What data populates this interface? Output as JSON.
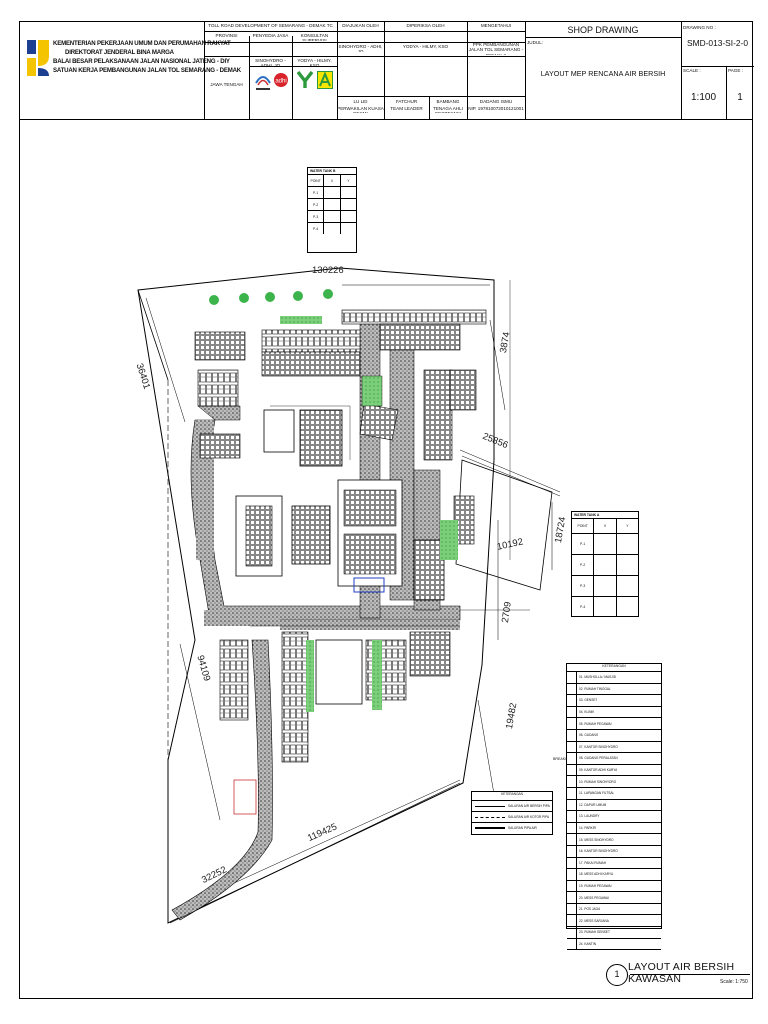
{
  "title_block": {
    "ministry_lines": [
      "KEMENTERIAN PEKERJAAN UMUM DAN PERUMAHAN RAKYAT",
      "DIREKTORAT JENDERAL BINA MARGA",
      "BALAI BESAR PELAKSANAAN JALAN NASIONAL JATENG - DIY",
      "SATUAN KERJA PEMBANGUNAN JALAN TOL SEMARANG - DEMAK"
    ],
    "project": "TOLL ROAD DEVELOPMENT OF SEMARANG - DEMAK TC",
    "provinsi_label": "PROVINSI",
    "provinsi_value": "JAWA TENGAH",
    "penyedia_label": "PENYEDIA JASA",
    "penyedia_value": "SINOHYDRO - ADHI, JO",
    "konsultan_label": "KONSULTAN SUPERVISI",
    "konsultan_value": "YODYA - HILMY, KSO",
    "diajukan_label": "DIAJUKAN OLEH",
    "diajukan_value": "SINOHYDRO - ADHI, JO",
    "diajukan_name": "LU LEI",
    "diajukan_role": "PERWAKILAN KUASA RESMI",
    "diperiksa_label": "DIPERIKSA OLEH",
    "diperiksa_value": "YODYA - HILMY, KSO",
    "diperiksa_name1": "FATCHUR ROCHMAN",
    "diperiksa_role1": "TEAM LEADER",
    "diperiksa_name2": "BAMBANG WIDODO",
    "diperiksa_role2": "TENAGA AHLI GEOTEKNIK",
    "mengetahui_label": "MENGETAHUI",
    "mengetahui_value": "PPK PEMBANGUNAN JALAN TOL SEMARANG - DEMAK 3",
    "mengetahui_name": "DADANG ISMU HARDIYANTO",
    "mengetahui_nip": "NIP. 197810072010121001",
    "shop_drawing": "SHOP DRAWING",
    "judul_label": "JUDUL:",
    "judul_value": "LAYOUT MEP RENCANA AIR BERSIH",
    "drawing_no_label": "DRAWING NO :",
    "drawing_no": "SMD-013-SI-2-0",
    "scale_label": "SCALE :",
    "scale_value": "1:100",
    "page_label": "PAGE :",
    "page_value": "1"
  },
  "water_tank_top": {
    "title": "WATER TANK B",
    "headers": [
      "POINT",
      "X",
      "Y"
    ],
    "rows": [
      [
        "P-1",
        "",
        ""
      ],
      [
        "P-2",
        "",
        ""
      ],
      [
        "P-3",
        "",
        ""
      ],
      [
        "P-4",
        "",
        ""
      ]
    ]
  },
  "water_tank_right": {
    "title": "WATER TANK A",
    "headers": [
      "POINT",
      "X",
      "Y"
    ],
    "rows": [
      [
        "P-1",
        "",
        ""
      ],
      [
        "P-2",
        "",
        ""
      ],
      [
        "P-3",
        "",
        ""
      ],
      [
        "P-4",
        "",
        ""
      ]
    ]
  },
  "dimensions": {
    "d_top": "130226",
    "d_left": "36401",
    "d_right_upper": "3874",
    "d_right_mid": "25856",
    "d_right_mid2": "18724",
    "d_right_small": "10192",
    "d_right_low": "2709",
    "d_right_bottom": "19482",
    "d_left_bottom": "94109",
    "d_bottom": "119425",
    "d_bottom_left": "32252"
  },
  "keterangan": {
    "title": "KETERANGAN",
    "items": [
      "SALURAN AIR BERSIH PIPA",
      "SALURAN AIR KOTOR PIPA",
      "SALURAN PIPA AIR"
    ]
  },
  "legend": {
    "title": "KETERANGAN",
    "side_label": "BREAKOUT",
    "items": [
      "01. MUSHOLLA / MASJID",
      "02. RUMAH TINGGAL",
      "03. GENSET",
      "04. KLINIK",
      "05. RUMAH PEGAWAI",
      "06. GUDANG",
      "07. KANTOR SINOHYDRO",
      "08. GUDANG PERALATAN",
      "09. KANTOR ADHI KARYA",
      "10. RUMAH SINOHYDRO",
      "11. LAPANGAN FUTSAL",
      "12. DAPUR UMUM",
      "13. LAUNDRY",
      "14. PARKIR",
      "15. MESS SINOHYDRO",
      "16. KANTOR SINOHYDRO",
      "17. PAKAI RUMAH",
      "18. MESS ADHI KARYA",
      "19. RUMAH PEGAWAI",
      "20. MESS PEGAWAI",
      "21. POS JAGA",
      "22. MESS SARJANA",
      "23. RUMAH GENSET",
      "24. KANTIN"
    ]
  },
  "footer": {
    "number": "1",
    "title": "LAYOUT AIR BERSIH KAWASAN",
    "scale": "Scale: 1:750"
  },
  "colors": {
    "line": "#000000",
    "road": "#9a9a9a",
    "green": "#3cb44b",
    "blue": "#1f3fbf",
    "pu_yellow": "#f4c400",
    "pu_blue": "#1d3f92"
  }
}
